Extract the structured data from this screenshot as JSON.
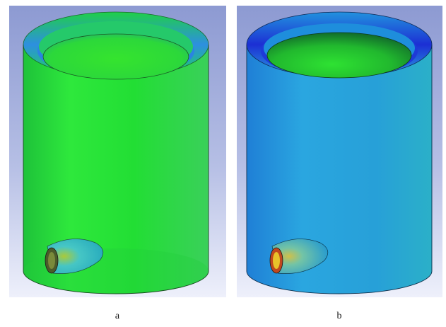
{
  "figure": {
    "panels": [
      {
        "id": "a",
        "label": "a",
        "dominant_color": "#22e23a",
        "description_color_scale": [
          "#1b2bd9",
          "#27a6e6",
          "#20e548",
          "#e8d22a",
          "#d8361c"
        ]
      },
      {
        "id": "b",
        "label": "b",
        "dominant_color": "#2aa4da",
        "description_color_scale": [
          "#1b2bd9",
          "#27a6e6",
          "#20e548",
          "#e8d22a",
          "#d8361c"
        ]
      }
    ],
    "background_gradient": [
      "#8f9cd2",
      "#eceefa"
    ]
  }
}
